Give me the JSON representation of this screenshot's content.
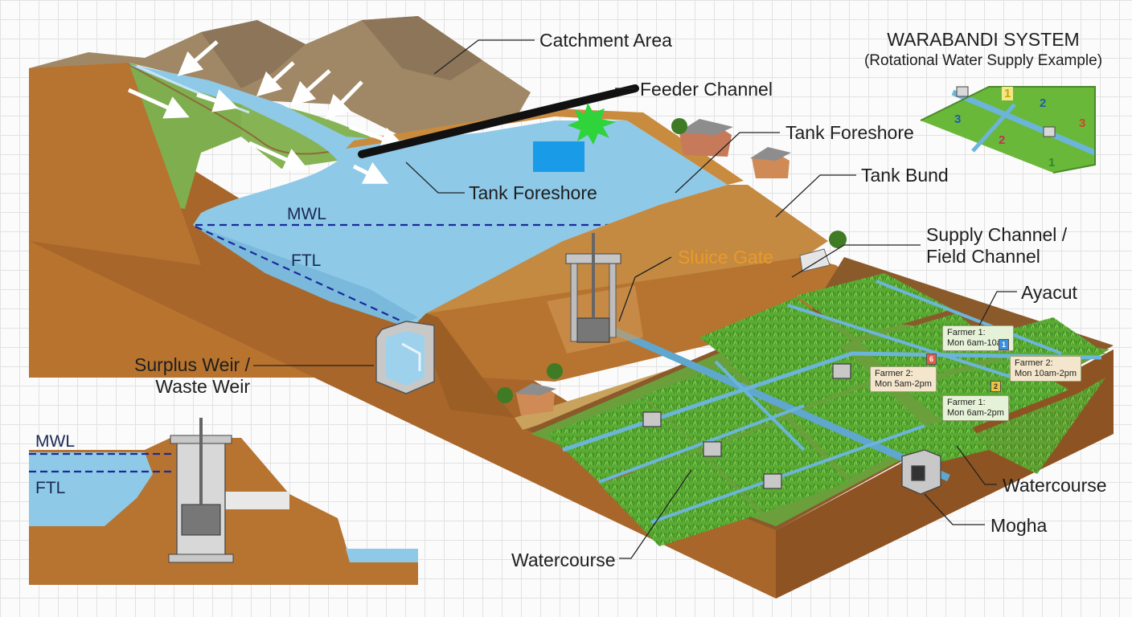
{
  "labels": {
    "catchment_area": "Catchment Area",
    "feeder_channel": "Feeder Channel",
    "tank_foreshore_top": "Tank Foreshore",
    "tank_foreshore_mid": "Tank Foreshore",
    "tank_bund": "Tank Bund",
    "supply_channel_line1": "Supply Channel /",
    "supply_channel_line2": "Field Channel",
    "ayacut": "Ayacut",
    "sluice_gate": "Sluice Gate",
    "surplus_weir_line1": "Surplus Weir /",
    "surplus_weir_line2": "Waste Weir",
    "watercourse_right": "Watercourse",
    "watercourse_bottom": "Watercourse",
    "mogha": "Mogha"
  },
  "levels": {
    "mwl": "MWL",
    "ftl": "FTL",
    "inset_mwl": "MWL",
    "inset_ftl": "FTL"
  },
  "warabandi": {
    "title": "WARABANDI SYSTEM",
    "subtitle": "(Rotational Water Supply Example)",
    "plots": [
      "1",
      "2",
      "3",
      "2",
      "3",
      "1"
    ]
  },
  "schedules": [
    {
      "farmer": "Farmer 1:",
      "time": "Mon 6am-10am"
    },
    {
      "farmer": "Farmer 2:",
      "time": "Mon 10am-2pm"
    },
    {
      "farmer": "Farmer 2:",
      "time": "Mon 5am-2pm"
    },
    {
      "farmer": "Farmer 1:",
      "time": "Mon 6am-2pm"
    }
  ],
  "field_tags": [
    "6",
    "1",
    "2"
  ],
  "colors": {
    "water": "#8ec9e8",
    "earth": "#b8742f",
    "grass": "#6ab83a",
    "hill": "#a08866",
    "sluice_label": "#e89a2a",
    "marker_blue": "#1a9be8",
    "marker_green": "#2fd33a",
    "level_line": "#1b2a9a"
  }
}
